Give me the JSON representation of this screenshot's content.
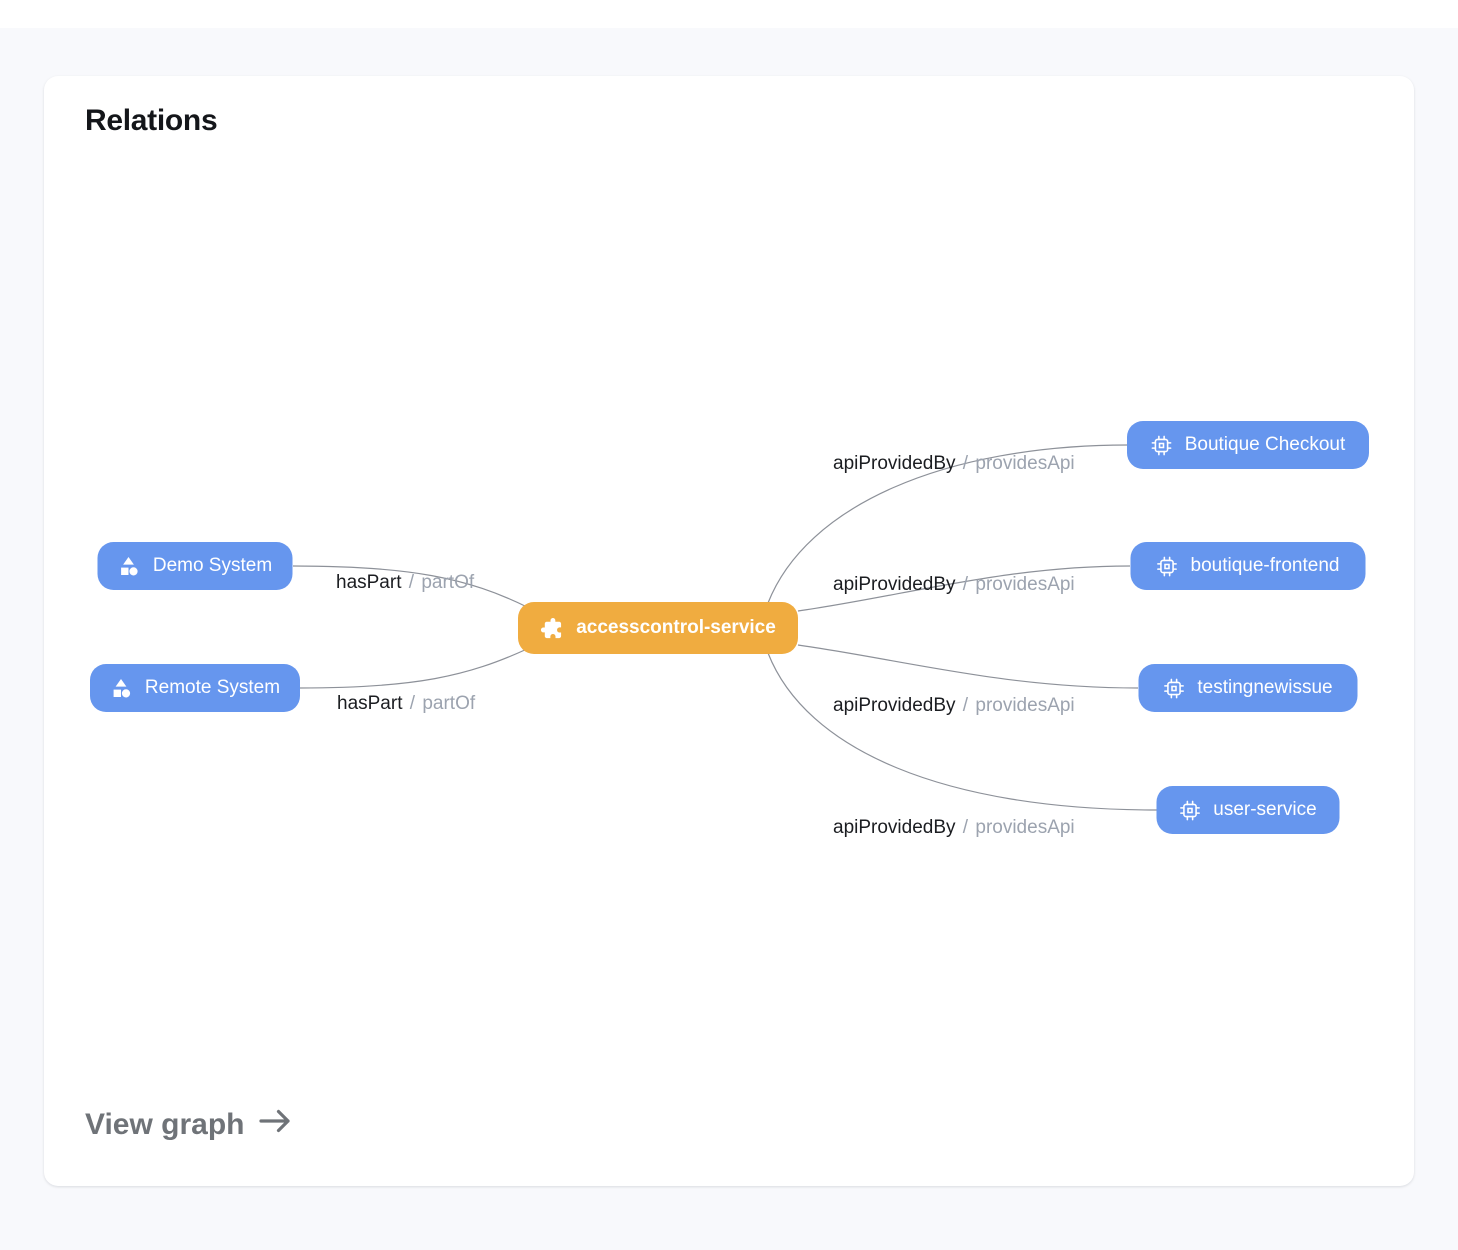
{
  "card": {
    "title": "Relations",
    "footer_link_label": "View graph"
  },
  "colors": {
    "canvas_background": "#F8F9FC",
    "card_background": "#FFFFFF",
    "node_blue": "#6696EE",
    "node_orange": "#F0AC40",
    "node_text": "#FFFFFF",
    "edge_line": "#8D9199",
    "edge_label_primary": "#1B1D21",
    "edge_label_secondary": "#9CA3AF",
    "footer_link": "#6F7378"
  },
  "diagram": {
    "center_node": {
      "id": "accesscontrol-service",
      "label": "accesscontrol-service",
      "icon": "puzzle-icon"
    },
    "nodes": [
      {
        "id": "demo-system",
        "label": "Demo System",
        "icon": "system-shapes-icon",
        "side": "left"
      },
      {
        "id": "remote-system",
        "label": "Remote System",
        "icon": "system-shapes-icon",
        "side": "left"
      },
      {
        "id": "boutique-checkout",
        "label": "Boutique Checkout",
        "icon": "chip-icon",
        "side": "right"
      },
      {
        "id": "boutique-frontend",
        "label": "boutique-frontend",
        "icon": "chip-icon",
        "side": "right"
      },
      {
        "id": "testingnewissue",
        "label": "testingnewissue",
        "icon": "chip-icon",
        "side": "right"
      },
      {
        "id": "user-service",
        "label": "user-service",
        "icon": "chip-icon",
        "side": "right"
      }
    ],
    "edges": [
      {
        "node": "demo-system",
        "primary": "hasPart",
        "separator": "/",
        "secondary": "partOf"
      },
      {
        "node": "remote-system",
        "primary": "hasPart",
        "separator": "/",
        "secondary": "partOf"
      },
      {
        "node": "boutique-checkout",
        "primary": "apiProvidedBy",
        "separator": "/",
        "secondary": "providesApi"
      },
      {
        "node": "boutique-frontend",
        "primary": "apiProvidedBy",
        "separator": "/",
        "secondary": "providesApi"
      },
      {
        "node": "testingnewissue",
        "primary": "apiProvidedBy",
        "separator": "/",
        "secondary": "providesApi"
      },
      {
        "node": "user-service",
        "primary": "apiProvidedBy",
        "separator": "/",
        "secondary": "providesApi"
      }
    ]
  }
}
